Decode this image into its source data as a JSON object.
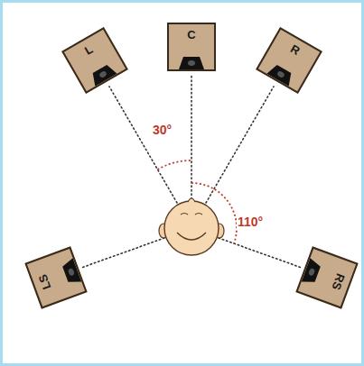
{
  "diagram": {
    "nodes": [
      {
        "text": [
          "L"
        ]
      },
      {
        "text": [
          "C"
        ]
      },
      {
        "text": [
          "R"
        ]
      },
      {
        "text": [
          "LS"
        ]
      },
      {
        "text": [
          "RS"
        ]
      }
    ],
    "labels": [
      "30°",
      "110°"
    ]
  }
}
